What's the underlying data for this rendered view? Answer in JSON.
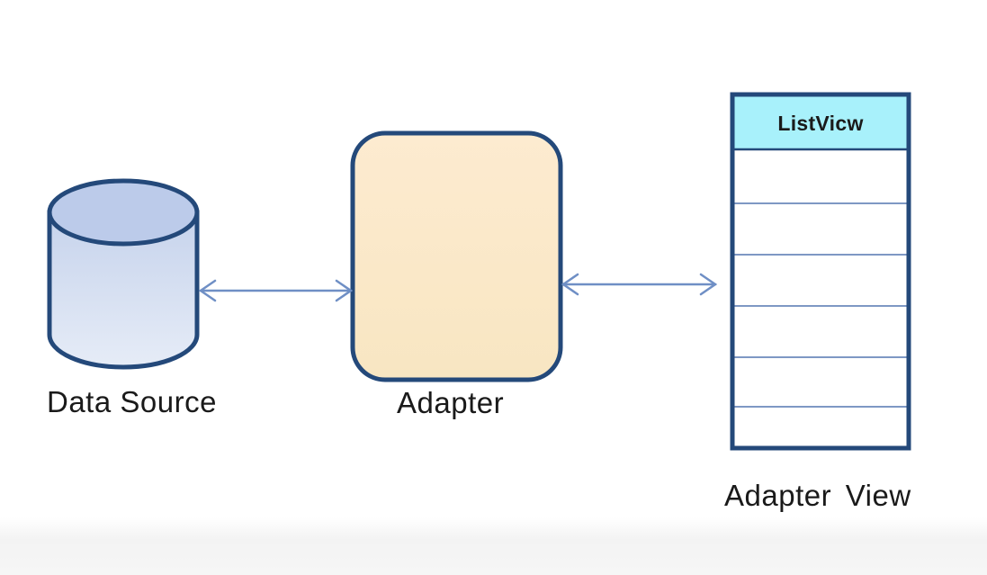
{
  "nodes": {
    "data_source": {
      "label": "Data Source"
    },
    "adapter": {
      "label": "Adapter"
    },
    "adapter_view": {
      "label": "Adapter View",
      "header": "ListVicw",
      "row_count": 6
    }
  },
  "edges": [
    {
      "from": "data_source",
      "to": "adapter",
      "direction": "both"
    },
    {
      "from": "adapter",
      "to": "adapter_view",
      "direction": "both"
    }
  ],
  "colors": {
    "stroke": "#24497a",
    "arrow": "#6f8fc5",
    "cylinder_fill": "#c9d6ee",
    "adapter_fill": "#fbe8c8",
    "listview_header": "#a8f1fb",
    "listview_divider": "#7e98c4"
  }
}
